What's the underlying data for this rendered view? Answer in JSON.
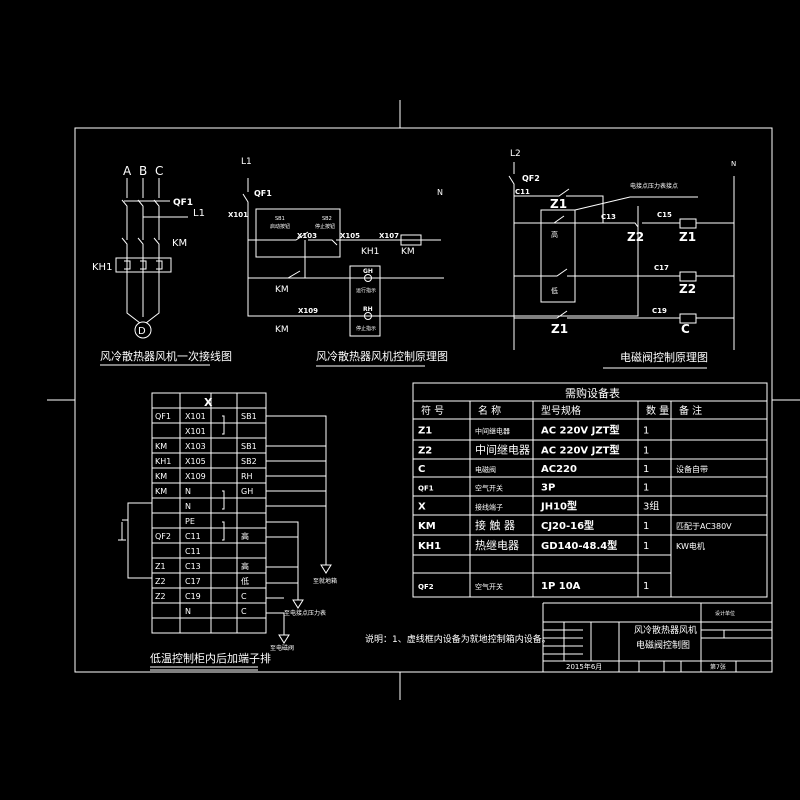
{
  "primary": {
    "title": "风冷散热器风机一次接线图",
    "phases": [
      "A",
      "B",
      "C"
    ],
    "qf1": "QF1",
    "l1": "L1",
    "km": "KM",
    "kh1": "KH1",
    "motor": "D"
  },
  "control": {
    "title": "风冷散热器风机控制原理图",
    "l1": "L1",
    "qf1": "QF1",
    "n": "N",
    "x101": "X101",
    "sb1": "SB1",
    "sb1_desc": "启动按钮",
    "sb2": "SB2",
    "sb2_desc": "停止按钮",
    "x103": "X103",
    "x105": "X105",
    "x107": "X107",
    "kh1": "KH1",
    "km_coil": "KM",
    "km1": "KM",
    "km2": "KM",
    "x109": "X109",
    "gh": "GH",
    "gh_desc": "运行指示",
    "rh": "RH",
    "rh_desc": "停止指示"
  },
  "valve": {
    "title": "电磁阀控制原理图",
    "l2": "L2",
    "qf2": "QF2",
    "n": "N",
    "c11": "C11",
    "z1_top": "Z1",
    "contact_note": "电接点压力表接点",
    "c13": "C13",
    "c15": "C15",
    "z2_nc": "Z2",
    "z1_coil": "Z1",
    "high": "高",
    "low": "低",
    "c17": "C17",
    "z2_coil": "Z2",
    "c19": "C19",
    "z1_bottom": "Z1",
    "c_coil": "C"
  },
  "equipment": {
    "title": "需购设备表",
    "headers": [
      "符 号",
      "名 称",
      "型号规格",
      "数 量",
      "备 注"
    ],
    "rows": [
      [
        "Z1",
        "中间继电器",
        "AC 220V  JZT型",
        "1",
        ""
      ],
      [
        "Z2",
        "中间继电器",
        "AC 220V  JZT型",
        "1",
        ""
      ],
      [
        "C",
        "电磁阀",
        "AC220",
        "1",
        "设备自带"
      ],
      [
        "QF1",
        "空气开关",
        "3P",
        "1",
        ""
      ],
      [
        "X",
        "接线端子",
        "JH10型",
        "3组",
        ""
      ],
      [
        "KM",
        "接 触 器",
        "CJ20-16型",
        "1",
        "匹配于AC380V"
      ],
      [
        "KH1",
        "热继电器",
        "GD140-48.4型",
        "1",
        "KW电机"
      ],
      [
        "",
        "",
        "",
        "",
        ""
      ],
      [
        "QF2",
        "空气开关",
        "1P   10A",
        "1",
        ""
      ]
    ]
  },
  "terminal": {
    "title": "低温控制柜内后加端子排",
    "header": "X",
    "rows": [
      [
        "QF1",
        "X101",
        "SB1"
      ],
      [
        "",
        "X101",
        ""
      ],
      [
        "KM",
        "X103",
        "SB1"
      ],
      [
        "KH1",
        "X105",
        "SB2"
      ],
      [
        "KM",
        "X109",
        "RH"
      ],
      [
        "KM",
        "N",
        "GH"
      ],
      [
        "",
        "N",
        ""
      ],
      [
        "",
        "PE",
        ""
      ],
      [
        "QF2",
        "C11",
        "高"
      ],
      [
        "",
        "C11",
        ""
      ],
      [
        "Z1",
        "C13",
        "高"
      ],
      [
        "Z2",
        "C17",
        "低"
      ],
      [
        "Z2",
        "C19",
        "C"
      ],
      [
        "",
        "N",
        "C"
      ],
      [
        "",
        "",
        ""
      ]
    ],
    "to_fan_box": "至就地箱",
    "to_gauge": "至电接点压力表",
    "to_valve": "至电磁阀"
  },
  "note": "说明：1、虚线框内设备为就地控制箱内设备。",
  "title_block": {
    "drawing_name_1": "风冷散热器风机",
    "drawing_name_2": "电磁阀控制图",
    "date": "2015年6月",
    "sheet": "第7张",
    "company": "设计单位"
  }
}
